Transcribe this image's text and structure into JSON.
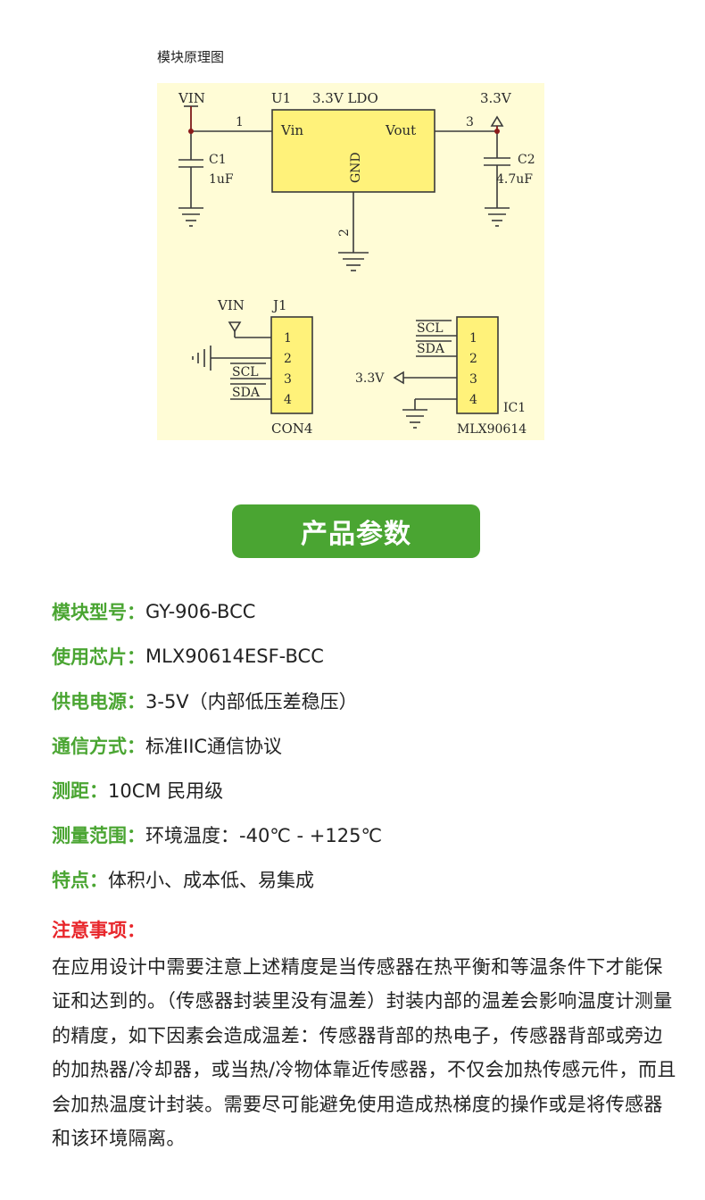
{
  "schematic": {
    "caption": "模块原理图",
    "ldo": {
      "ref": "U1",
      "title": "3.3V LDO",
      "pin_vin": "Vin",
      "pin_vout": "Vout",
      "pin_gnd": "GND",
      "pin1": "1",
      "pin2": "2",
      "pin3": "3"
    },
    "vin_label": "VIN",
    "v33_label": "3.3V",
    "c1": {
      "ref": "C1",
      "value": "1uF"
    },
    "c2": {
      "ref": "C2",
      "value": "4.7uF"
    },
    "j1": {
      "ref": "J1",
      "name": "CON4",
      "vin": "VIN",
      "pins": [
        "1",
        "2",
        "3",
        "4"
      ],
      "scl": "SCL",
      "sda": "SDA"
    },
    "ic1": {
      "ref": "IC1",
      "name": "MLX90614",
      "pins": [
        "1",
        "2",
        "3",
        "4"
      ],
      "scl": "SCL",
      "sda": "SDA",
      "v33": "3.3V"
    }
  },
  "section_header": "产品参数",
  "specs": [
    {
      "label": "模块型号：",
      "value": "GY-906-BCC"
    },
    {
      "label": "使用芯片：",
      "value": "MLX90614ESF-BCC"
    },
    {
      "label": "供电电源：",
      "value": "3-5V（内部低压差稳压）"
    },
    {
      "label": "通信方式：",
      "value": "标准IIC通信协议"
    },
    {
      "label": "测距：",
      "value": "10CM 民用级"
    },
    {
      "label": "测量范围：",
      "value": "环境温度：-40℃ - +125℃"
    },
    {
      "label": "特点：",
      "value": "体积小、成本低、易集成"
    }
  ],
  "note": {
    "title": "注意事项：",
    "body": "在应用设计中需要注意上述精度是当传感器在热平衡和等温条件下才能保证和达到的。（传感器封装里没有温差）封装内部的温差会影响温度计测量的精度，如下因素会造成温差：传感器背部的热电子，传感器背部或旁边的加热器/冷却器，或当热/冷物体靠近传感器，不仅会加热传感元件，而且会加热温度计封装。需要尽可能避免使用造成热梯度的操作或是将传感器和该环境隔离。"
  },
  "colors": {
    "accent_green": "#4aa532",
    "warning_red": "#e8262b",
    "chip_fill": "#fff27a",
    "schematic_bg": "#fffcd6",
    "wire_red": "#8b1a1a"
  }
}
